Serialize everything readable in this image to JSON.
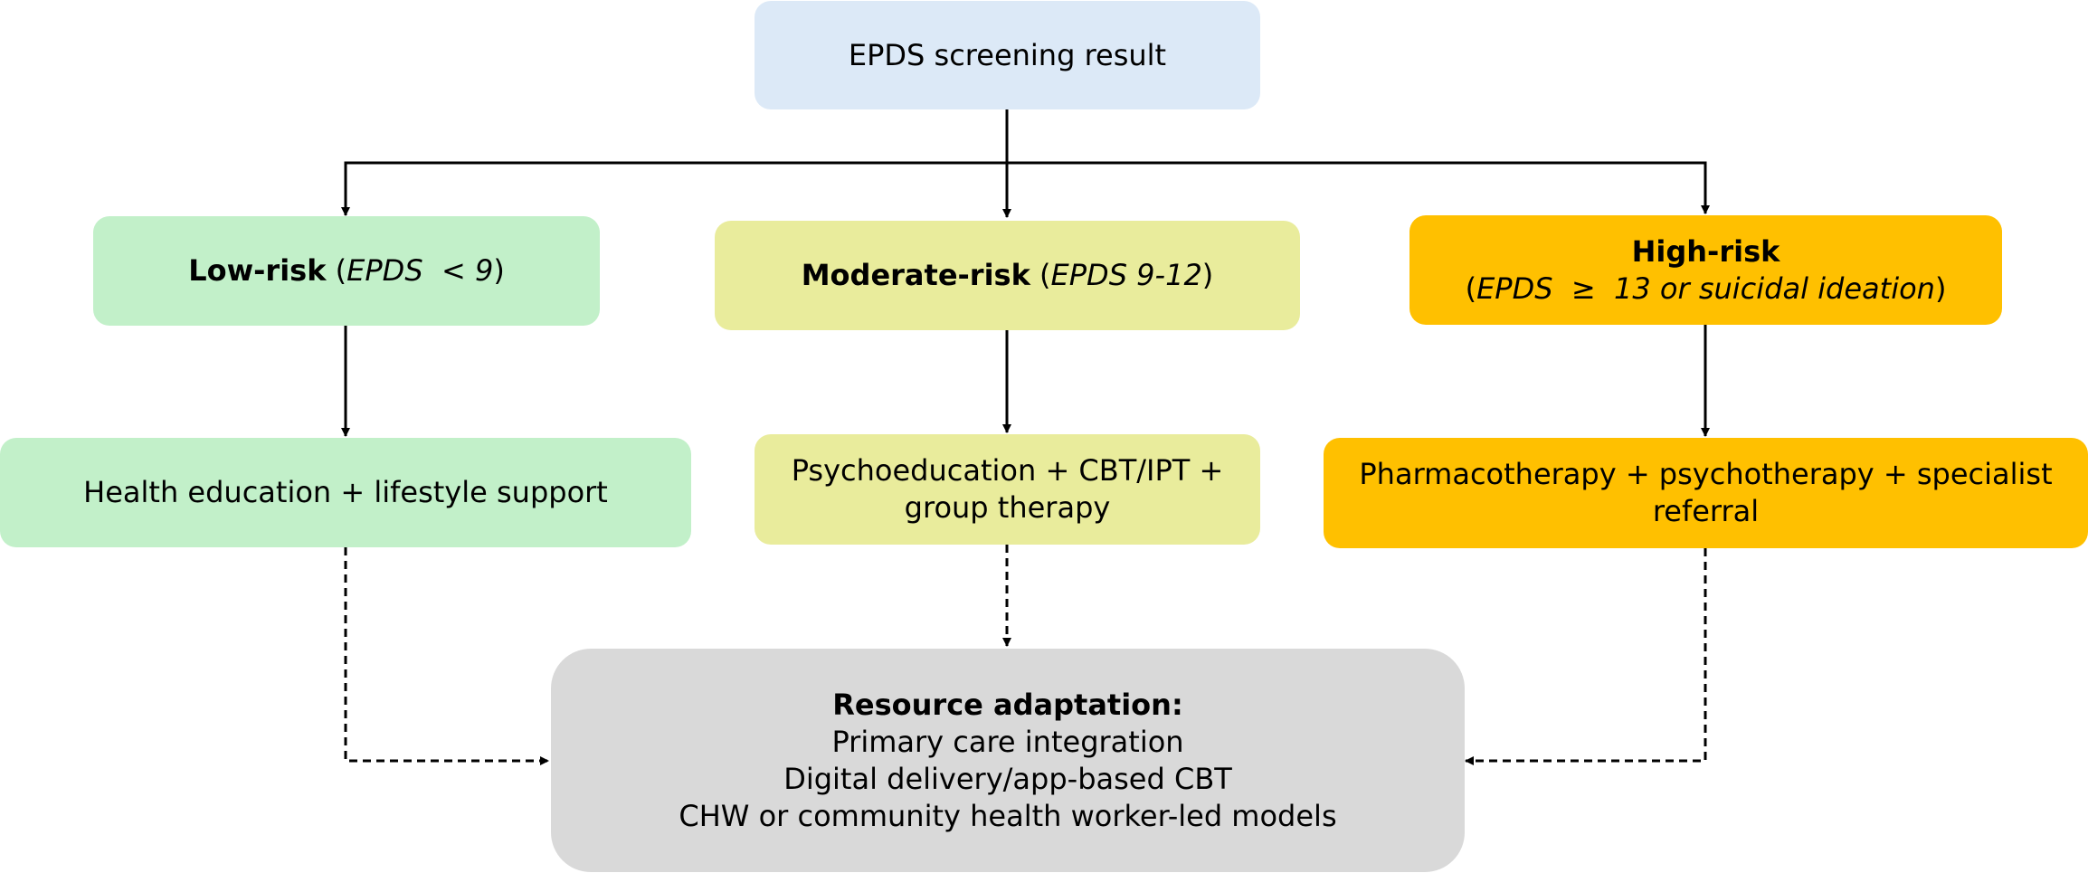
{
  "colors": {
    "root": "#dce9f7",
    "low": "#c2f0c9",
    "moderate": "#e9ec9c",
    "high": "#ffc000",
    "resource": "#d9d9d9",
    "line": "#000000"
  },
  "root": {
    "label": "EPDS screening result"
  },
  "risk": {
    "low": {
      "label": "Low-risk",
      "paren_open": " (",
      "criterion": "EPDS  < 9",
      "paren_close": ")"
    },
    "moderate": {
      "label": "Moderate-risk",
      "paren_open": " (",
      "criterion": "EPDS 9-12",
      "paren_close": ")"
    },
    "high": {
      "label": "High-risk",
      "paren_open": "(",
      "criterion": "EPDS  ≥  13 or suicidal ideation",
      "paren_close": ")"
    }
  },
  "interventions": {
    "low": {
      "line1": "Health education + lifestyle support"
    },
    "moderate": {
      "line1": "Psychoeducation + CBT/IPT +",
      "line2": "group therapy"
    },
    "high": {
      "line1": "Pharmacotherapy + psychotherapy + specialist",
      "line2": "referral"
    }
  },
  "resource": {
    "title": "Resource adaptation:",
    "items": [
      "Primary care integration",
      "Digital delivery/app-based CBT",
      "CHW or community health worker-led models"
    ]
  }
}
